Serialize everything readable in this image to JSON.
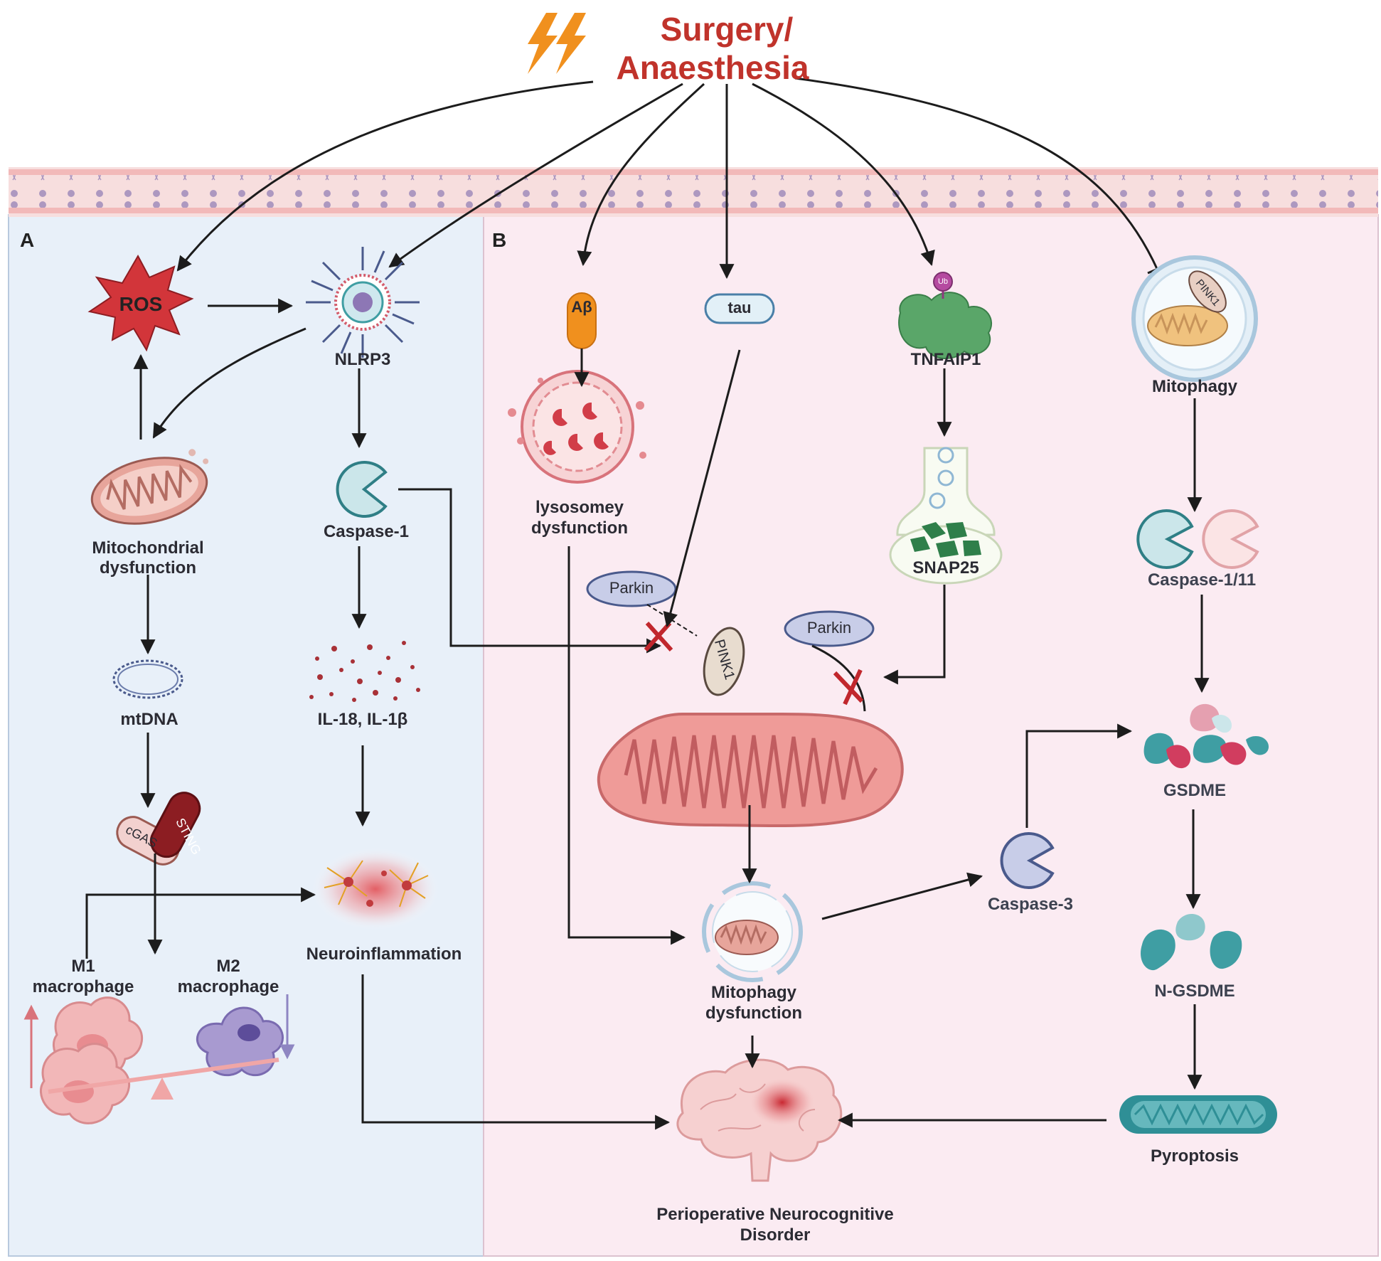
{
  "title": {
    "line1": "Surgery/",
    "line2": "Anaesthesia"
  },
  "panels": {
    "a": "A",
    "b": "B"
  },
  "panel_a": {
    "ros": "ROS",
    "nlrp3": "NLRP3",
    "mito_dysfunction": {
      "line1": "Mitochondrial",
      "line2": "dysfunction"
    },
    "caspase1": "Caspase-1",
    "mtdna": "mtDNA",
    "il": "IL-18, IL-1β",
    "cgas": "cGAS",
    "sting": "STING",
    "neuroinflammation": "Neuroinflammation",
    "m1": {
      "line1": "M1",
      "line2": "macrophage"
    },
    "m2": {
      "line1": "M2",
      "line2": "macrophage"
    }
  },
  "panel_b": {
    "abeta": "Aβ",
    "tau": "tau",
    "ub": "Ub",
    "tnfaip1": "TNFAIP1",
    "pink1_top": "PINK1",
    "mitophagy": "Mitophagy",
    "lysosome": {
      "line1": "lysosomey",
      "line2": "dysfunction"
    },
    "snap25": "SNAP25",
    "parkin_left": "Parkin",
    "parkin_right": "Parkin",
    "pink1": "PINK1",
    "caspase_1_11": "Caspase-1/11",
    "gsdme": "GSDME",
    "caspase3": "Caspase-3",
    "mitophagy_dysfunction": {
      "line1": "Mitophagy",
      "line2": "dysfunction"
    },
    "n_gsdme": "N-GSDME",
    "pyroptosis": "Pyroptosis",
    "pnd": {
      "line1": "Perioperative Neurocognitive",
      "line2": "Disorder"
    }
  },
  "colors": {
    "title_red": "#c0332b",
    "panel_a_bg": "#e8f0f9",
    "panel_b_bg": "#fbebf2",
    "membrane": "#f3c9c9",
    "bolt": "#f0901e",
    "mito": "#e9918e",
    "caspase_teal": "#3f9ea3",
    "arrow": "#1c1c1c"
  }
}
